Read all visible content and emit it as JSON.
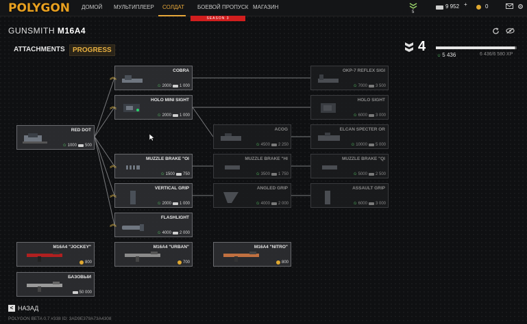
{
  "app": {
    "logo": "POLYGON"
  },
  "nav": {
    "items": [
      {
        "label": "ДОМОЙ",
        "active": false
      },
      {
        "label": "МУЛЬТИПЛЕЕР",
        "active": false
      },
      {
        "label": "СОЛДАТ",
        "active": true
      },
      {
        "label": "БОЕВОЙ ПРОПУСК",
        "active": false
      },
      {
        "label": "МАГАЗИН",
        "active": false
      }
    ],
    "season_badge": "SEASON 3"
  },
  "topright": {
    "rank_level": "5",
    "currency_money": "9 952",
    "currency_coins": "0",
    "plus": "+"
  },
  "header": {
    "gunsmith": "GUNSMITH",
    "weapon": "M16A4"
  },
  "tabs": {
    "attachments": "ATTACHMENTS",
    "progress": "PROGRESS"
  },
  "level": {
    "number": "4",
    "xp_current": "5 436",
    "xp_progress": "6 436/6 580 XP",
    "xp_fraction": 0.98
  },
  "cards": [
    {
      "id": "red-dot",
      "name": "RED DOT",
      "xp": "1000",
      "money": "500",
      "state": "owned"
    },
    {
      "id": "cobra",
      "name": "COBRA",
      "xp": "2000",
      "money": "1 000",
      "state": "owned"
    },
    {
      "id": "holo-mini",
      "name": "HOLO MINI SIGHT",
      "xp": "2000",
      "money": "1 000",
      "state": "owned"
    },
    {
      "id": "muzzle-brake-1",
      "name": "MUZZLE BRAKE \"OI",
      "xp": "1500",
      "money": "750",
      "state": "owned"
    },
    {
      "id": "vertical-grip",
      "name": "VERTICAL GRIP",
      "xp": "2000",
      "money": "1 000",
      "state": "owned"
    },
    {
      "id": "flashlight",
      "name": "FLASHLIGHT",
      "xp": "4000",
      "money": "2 000",
      "state": "owned"
    },
    {
      "id": "acog",
      "name": "ACOG",
      "xp": "4500",
      "money": "2 250",
      "state": "locked"
    },
    {
      "id": "muzzle-brake-2",
      "name": "MUZZLE BRAKE \"HI",
      "xp": "3500",
      "money": "1 750",
      "state": "locked"
    },
    {
      "id": "angled-grip",
      "name": "ANGLED GRIP",
      "xp": "4000",
      "money": "2 000",
      "state": "locked"
    },
    {
      "id": "okp7",
      "name": "OKP-7 REFLEX SIGI",
      "xp": "7000",
      "money": "3 500",
      "state": "locked"
    },
    {
      "id": "holo-sight",
      "name": "HOLO SIGHT",
      "xp": "6000",
      "money": "3 000",
      "state": "locked"
    },
    {
      "id": "elcan",
      "name": "ELCAN SPECTER OR",
      "xp": "10000",
      "money": "5 000",
      "state": "locked"
    },
    {
      "id": "muzzle-brake-3",
      "name": "MUZZLE BRAKE \"QI",
      "xp": "5000",
      "money": "2 500",
      "state": "locked"
    },
    {
      "id": "assault-grip",
      "name": "ASSAULT GRIP",
      "xp": "6000",
      "money": "3 000",
      "state": "locked"
    }
  ],
  "skins": [
    {
      "name": "M16A4 \"JOCKEY\"",
      "price": "800",
      "currency": "coin"
    },
    {
      "name": "M16A4 \"URBAN\"",
      "price": "700",
      "currency": "coin"
    },
    {
      "name": "M16A4 \"NITRO\"",
      "price": "800",
      "currency": "coin"
    },
    {
      "name": "БАЗОВЫЙ",
      "price": "50 000",
      "currency": "money"
    }
  ],
  "back": {
    "label": "НАЗАД",
    "key": "<"
  },
  "footer": {
    "version": "POLYGON BETA 0.7 #338 ID: 3AD9E379A73A4308"
  }
}
